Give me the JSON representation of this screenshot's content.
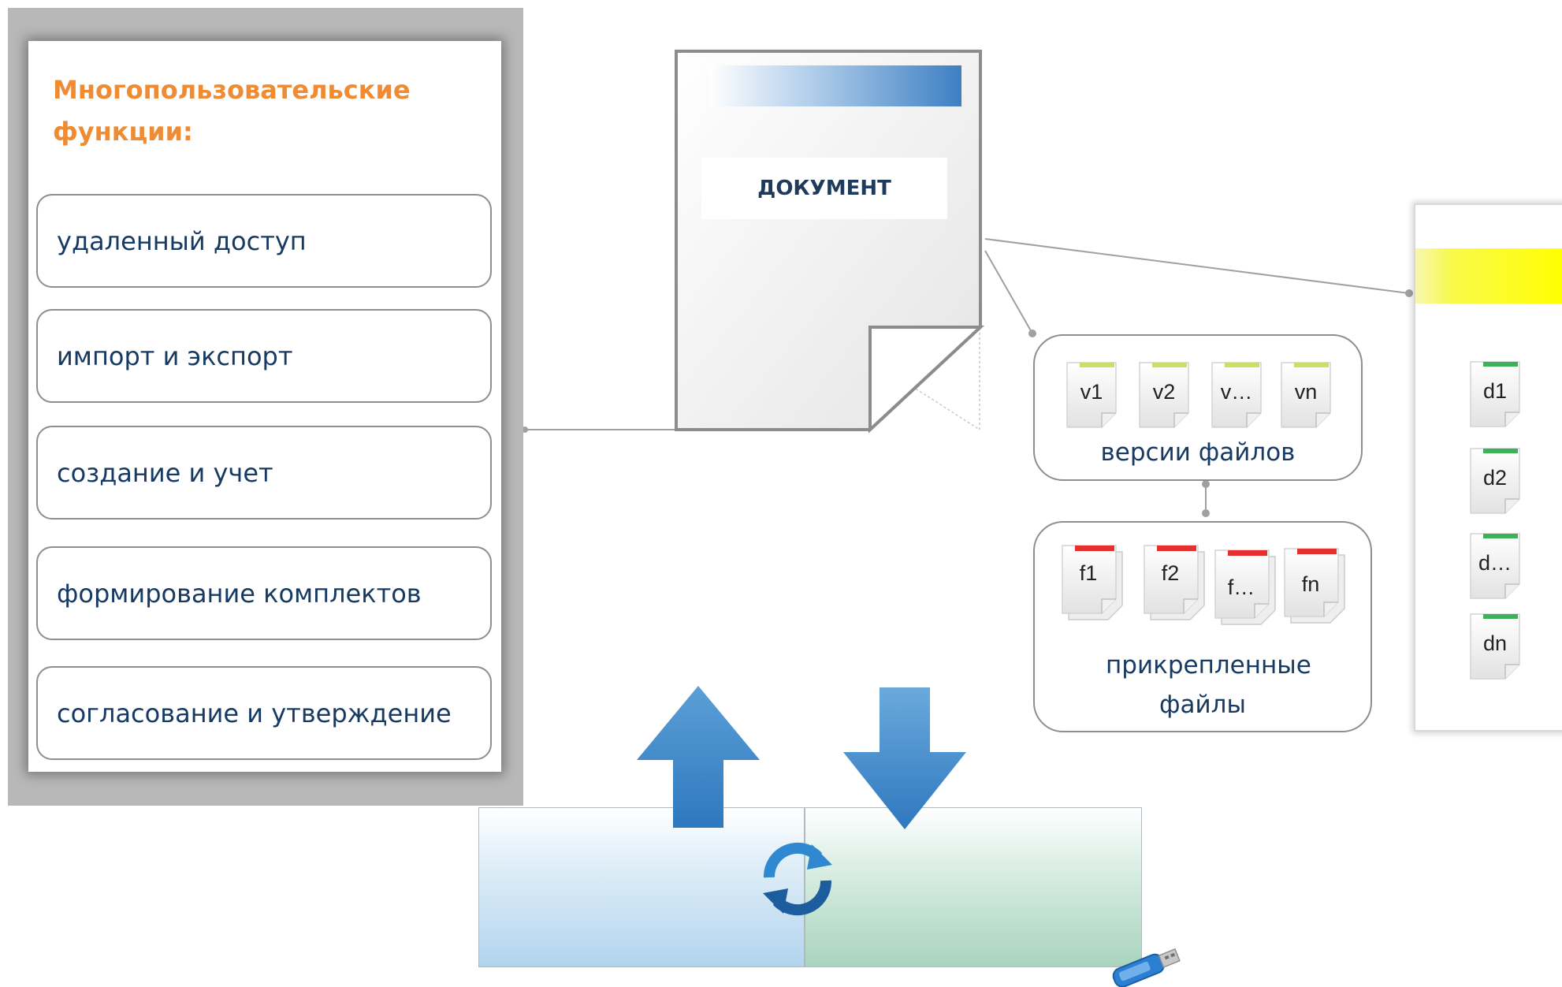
{
  "features": {
    "title": "Многопользовательские функции:",
    "items": [
      "удаленный доступ",
      "импорт и экспорт",
      "создание и учет",
      "формирование комплектов",
      "согласование и утверждение"
    ]
  },
  "document": {
    "title": "ДОКУМЕНТ"
  },
  "versions": {
    "label": "версии файлов",
    "items": [
      "v1",
      "v2",
      "v…",
      "vn"
    ]
  },
  "attachments": {
    "label": "прикрепленные файлы",
    "items": [
      "f1",
      "f2",
      "f…",
      "fn"
    ]
  },
  "right_panel": {
    "items": [
      "d1",
      "d2",
      "d…",
      "dn"
    ]
  },
  "sync": {
    "icons": [
      "upload-arrow-icon",
      "download-arrow-icon",
      "sync-icon",
      "usb-key-icon"
    ]
  },
  "colors": {
    "accent_orange": "#ef8b33",
    "text_blue": "#173a63",
    "version_tag": "#c8e06a",
    "attachment_tag": "#e53030",
    "dn_tag": "#3db05a",
    "arrow_blue": "#3b87c8"
  }
}
